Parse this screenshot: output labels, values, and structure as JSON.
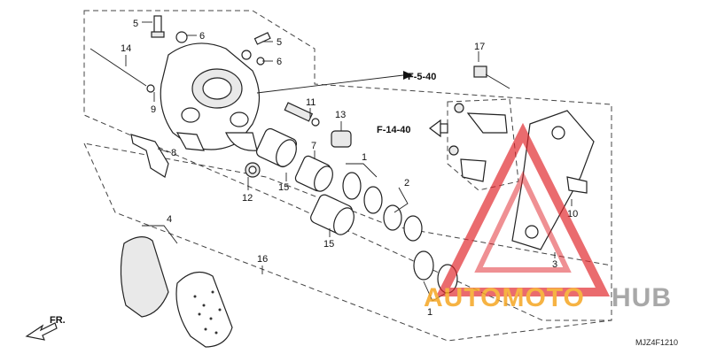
{
  "diagram": {
    "part_numbers": {
      "p1_upper": "1",
      "p1_lower": "1",
      "p2": "2",
      "p3": "3",
      "p4": "4",
      "p5_top": "5",
      "p5_mid": "5",
      "p6_top": "6",
      "p6_mid": "6",
      "p7": "7",
      "p8": "8",
      "p9": "9",
      "p10": "10",
      "p11": "11",
      "p12": "12",
      "p13": "13",
      "p14": "14",
      "p15_upper": "15",
      "p15_lower": "15",
      "p16": "16",
      "p17": "17"
    },
    "refs": {
      "f5": "F-5-40",
      "f14": "F-14-40"
    },
    "front_marker": "FR.",
    "diagram_code": "MJZ4F1210"
  },
  "watermark": {
    "part1": "AUTOMOTO",
    "part2": "HUB",
    "color_orange": "#f5a623",
    "color_gray": "#9a9a9a",
    "color_red": "#e0252b"
  }
}
